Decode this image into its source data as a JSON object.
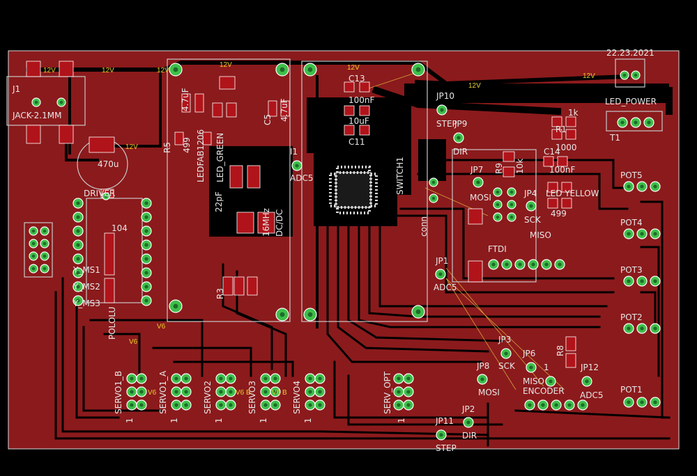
{
  "title": "PCB Layout",
  "labels": {
    "date": "22.23.2021",
    "j1": "J1",
    "jack": "JACK-2.1MM",
    "cap470": "470u",
    "driver": "DRIVER",
    "pololu": "POLOLU",
    "ledpower": "LED_POWER",
    "t1": "T1",
    "jp10": "JP10",
    "step": "STEP",
    "jp9": "JP9",
    "dir": "DIR",
    "adc5": "ADC5",
    "i1": "I1",
    "switch1": "SWITCH1",
    "ftdi": "FTDI",
    "jp7": "JP7",
    "mosi": "MOSI",
    "jp4": "JP4",
    "sck": "SCK",
    "miso": "MISO",
    "jp1": "JP1",
    "jp3": "JP3",
    "jp6": "JP6",
    "jp8": "JP8",
    "jp12": "JP12",
    "jp2": "JP2",
    "jp11": "JP11",
    "encoder": "ENCODER",
    "pot1": "POT1",
    "pot2": "POT2",
    "pot3": "POT3",
    "pot4": "POT4",
    "pot5": "POT5",
    "servo1b": "SERVO1_B",
    "servo1a": "SERVO1_A",
    "servo2": "SERVO2",
    "servo3": "SERVO3",
    "servo4": "SERVO4",
    "servopt": "SERV_OPT",
    "dcdc": "DC/DC",
    "conn": "conn",
    "hz16": "16MHz",
    "pf22": "22pF",
    "c13": "C13",
    "c11": "C11",
    "c5": "C5",
    "c14": "C14",
    "r1": "R1",
    "r3": "R3",
    "r5": "R5",
    "r8": "R8",
    "r9": "R9",
    "uf100": "100nF",
    "uf10": "10uF",
    "uf47": "4.7uF",
    "k1": "1k",
    "k10": "10k",
    "r499": "499",
    "r1000": "1000",
    "r104": "104",
    "ledgreen": "LED_GREEN",
    "ledyellow": "LED YELLOW",
    "yms1": "Y_MS1",
    "yms2": "Y_MS2",
    "yms3": "Y_MS3",
    "one": "1",
    "ledfab": "LEDFAB1206"
  },
  "nets": {
    "v12": "12V",
    "v6": "V6",
    "v6b": "V6 B"
  }
}
